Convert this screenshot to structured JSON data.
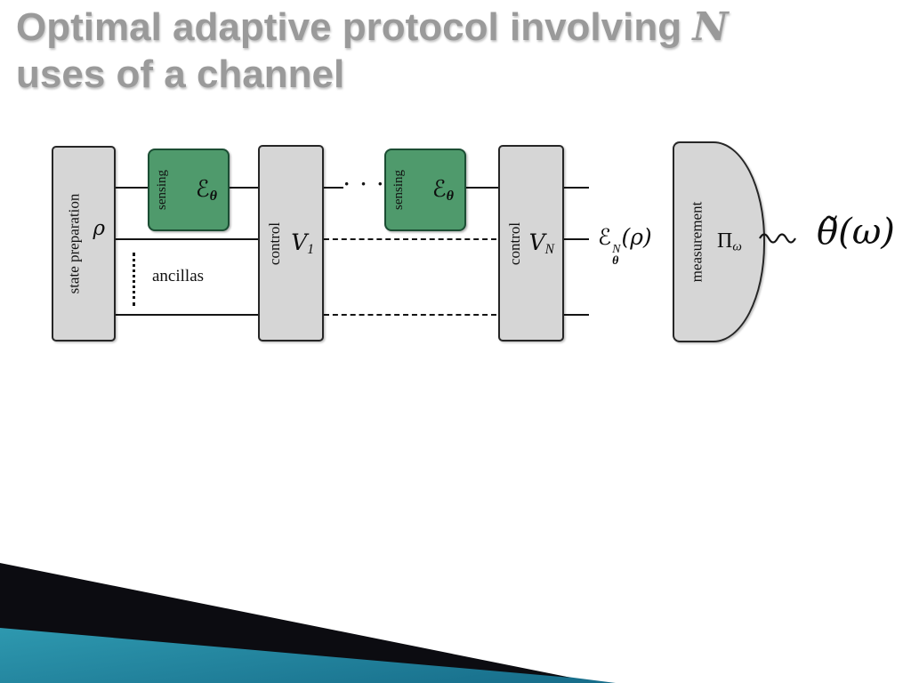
{
  "title": {
    "line1": "Optimal adaptive protocol involving",
    "emph": "N",
    "line2": "uses of a channel"
  },
  "diagram": {
    "state_preparation": {
      "label": "state preparation",
      "symbol": "ρ"
    },
    "ancillas": {
      "label": "ancillas"
    },
    "sensing_1": {
      "label": "sensing",
      "symbol": "ℰ",
      "subscript": "θ"
    },
    "control_1": {
      "label": "control",
      "symbol": "V",
      "subscript": "1"
    },
    "ellipsis_top": "· · ·",
    "sensing_2": {
      "label": "sensing",
      "symbol": "ℰ",
      "subscript": "θ"
    },
    "control_2": {
      "label": "control",
      "symbol": "V",
      "subscript": "N"
    },
    "output_state": {
      "base": "ℰ",
      "superscript": "N",
      "subscript": "θ",
      "argument": "(ρ)"
    },
    "measurement": {
      "label": "measurement",
      "symbol": "Π",
      "subscript": "ω"
    },
    "estimate": "θ̃(ω)"
  },
  "colors": {
    "sensing_green": "#4f9a6c",
    "box_gray": "#d6d6d6",
    "accent_teal": "#2d97ae",
    "title_gray": "#9a9a9a"
  }
}
